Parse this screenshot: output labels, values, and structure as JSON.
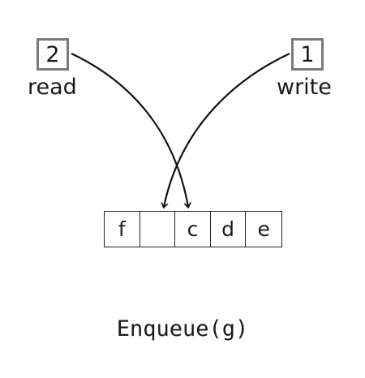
{
  "read_pointer": {
    "value": "2",
    "label": "read"
  },
  "write_pointer": {
    "value": "1",
    "label": "write"
  },
  "queue": {
    "cells": [
      "f",
      "",
      "c",
      "d",
      "e"
    ]
  },
  "operation": "Enqueue(g)",
  "colors": {
    "box_border": "#7a7a7a",
    "ink": "#1a1a1a"
  }
}
